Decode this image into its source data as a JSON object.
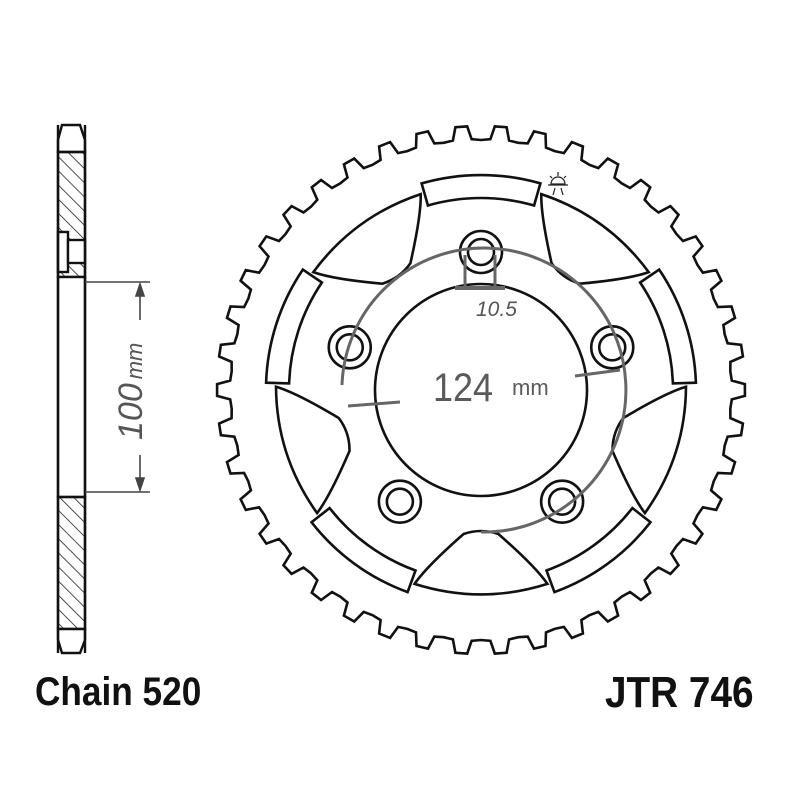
{
  "part": {
    "number": "JTR 746",
    "chain": "Chain 520"
  },
  "dimensions": {
    "bore": {
      "value": "100",
      "unit": "mm"
    },
    "pcd": {
      "value": "124",
      "unit": "mm"
    },
    "bolt_offset": "10.5"
  },
  "drawing": {
    "teeth": 42,
    "bolt_holes": 5,
    "line_color": "#111111",
    "dimension_color": "#5a5a5a"
  }
}
